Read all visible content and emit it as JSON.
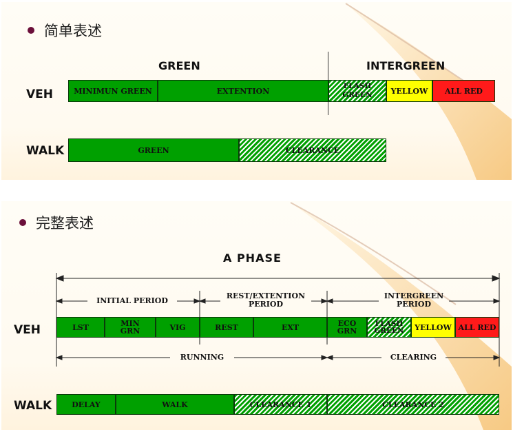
{
  "colors": {
    "green": "#00a000",
    "yellow": "#ffff00",
    "red": "#ff1a1a",
    "bullet": "#6b0f3a"
  },
  "simple": {
    "heading": "简单表述",
    "headers": {
      "green": "GREEN",
      "intergreen": "INTERGREEN"
    },
    "veh_label": "VEH",
    "walk_label": "WALK",
    "veh_segments": [
      "MINIMUN GREEN",
      "EXTENTION",
      "FLASH GREEN",
      "YELLOW",
      "ALL RED"
    ],
    "walk_segments": [
      "GREEN",
      "CLEARANCE"
    ]
  },
  "full": {
    "heading": "完整表述",
    "title": "A PHASE",
    "periods": {
      "initial": "INITIAL PERIOD",
      "rest_line1": "REST/EXTENTION",
      "rest_line2": "PERIOD",
      "inter_line1": "INTERGREEN",
      "inter_line2": "PERIOD"
    },
    "veh_label": "VEH",
    "walk_label": "WALK",
    "veh_segments": {
      "lst": "LST",
      "min_line1": "MIN",
      "min_line2": "GRN",
      "vig": "VIG",
      "rest": "REST",
      "ext": "EXT",
      "eco_line1": "ECO",
      "eco_line2": "GRN",
      "flash_line1": "FLASH",
      "flash_line2": "GREEN",
      "yellow": "YELLOW",
      "allred": "ALL RED"
    },
    "running": "RUNNING",
    "clearing": "CLEARING",
    "walk_segments": [
      "DELAY",
      "WALK",
      "CLEARANCE 1",
      "CLEARANCE 2"
    ]
  }
}
